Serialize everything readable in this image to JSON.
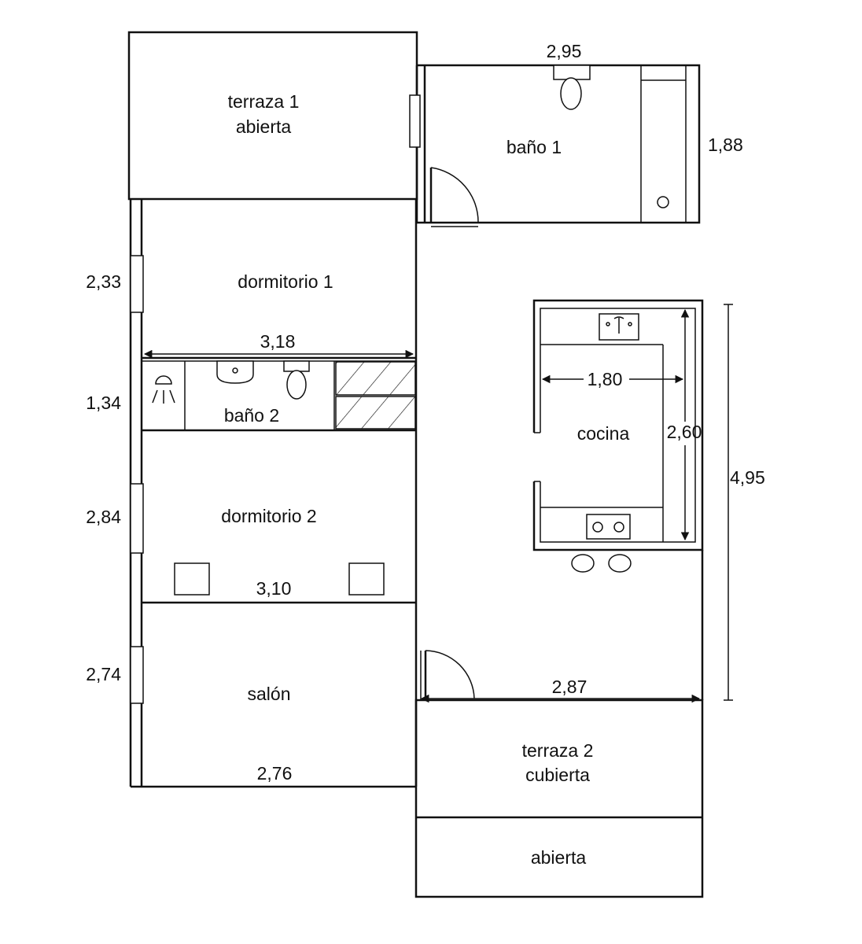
{
  "rooms": {
    "terraza1_line1": "terraza 1",
    "terraza1_line2": "abierta",
    "bano1": "baño 1",
    "dormitorio1": "dormitorio 1",
    "bano2": "baño 2",
    "dormitorio2": "dormitorio 2",
    "salon": "salón",
    "cocina": "cocina",
    "terraza2_line1": "terraza 2",
    "terraza2_line2": "cubierta",
    "abierta": "abierta"
  },
  "dimensions": {
    "bano1_width": "2,95",
    "bano1_depth": "1,88",
    "dormitorio1_depth": "2,33",
    "dormitorio1_width": "3,18",
    "bano2_depth": "1,34",
    "dormitorio2_depth": "2,84",
    "dormitorio2_width": "3,10",
    "salon_depth": "2,74",
    "salon_width": "2,76",
    "cocina_width": "1,80",
    "cocina_depth": "2,60",
    "total_depth": "4,95",
    "terraza2_width": "2,87"
  }
}
